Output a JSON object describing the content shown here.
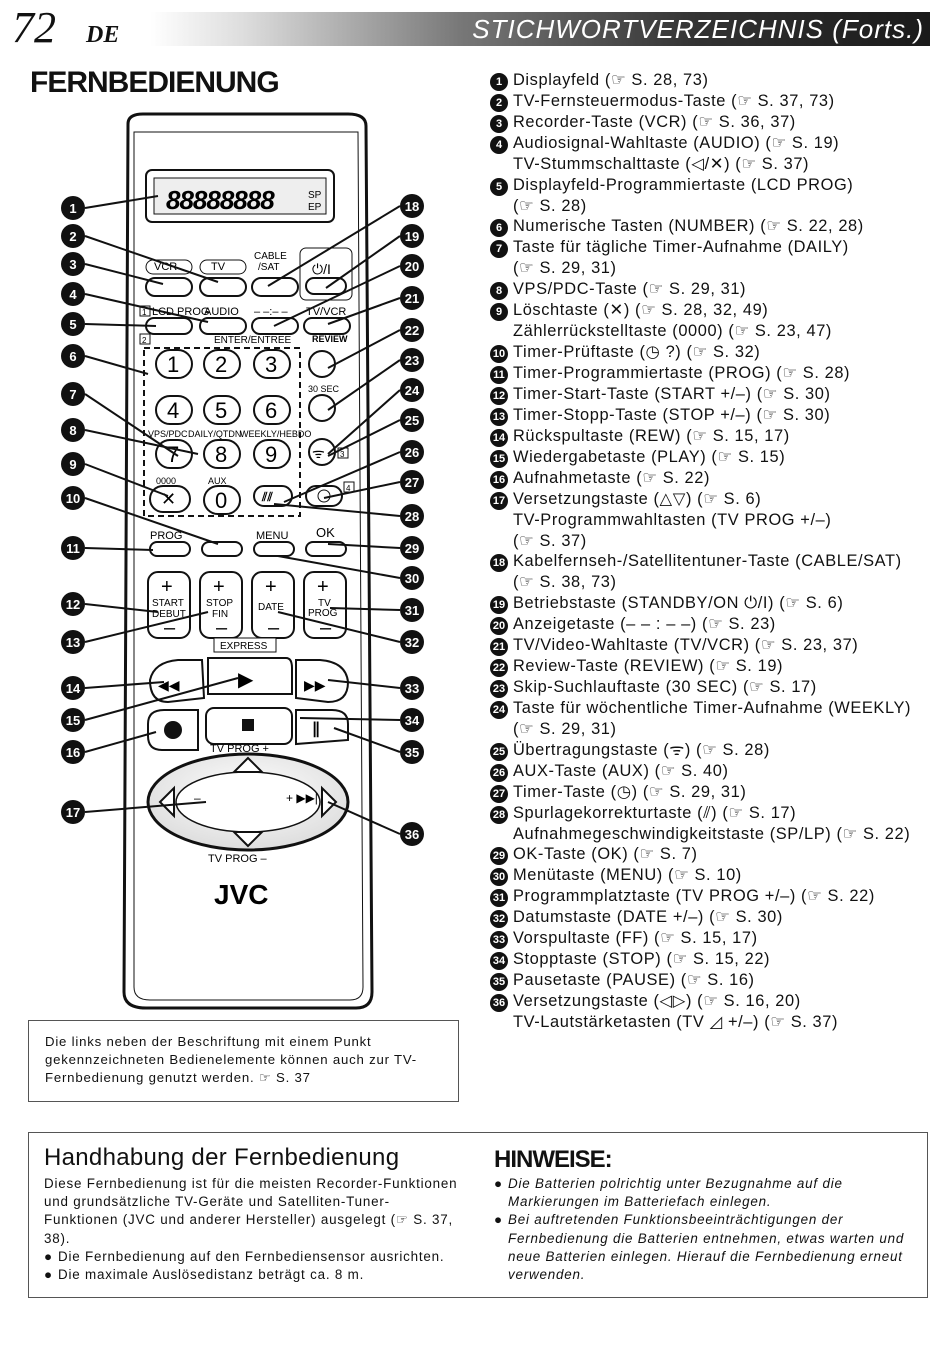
{
  "header": {
    "page_number": "72",
    "language": "DE",
    "title": "STICHWORTVERZEICHNIS (Forts.)"
  },
  "section_title": "FERNBEDIENUNG",
  "index": [
    {
      "n": "1",
      "lines": [
        "Displayfeld (☞ S. 28, 73)"
      ]
    },
    {
      "n": "2",
      "lines": [
        "TV-Fernsteuermodus-Taste (☞ S. 37, 73)"
      ]
    },
    {
      "n": "3",
      "lines": [
        "Recorder-Taste (VCR) (☞ S. 36, 37)"
      ]
    },
    {
      "n": "4",
      "lines": [
        "Audiosignal-Wahltaste (AUDIO) (☞ S. 19)",
        "TV-Stummschalttaste (◁/✕) (☞ S. 37)"
      ]
    },
    {
      "n": "5",
      "lines": [
        "Displayfeld-Programmiertaste (LCD PROG)",
        "(☞ S. 28)"
      ]
    },
    {
      "n": "6",
      "lines": [
        "Numerische Tasten (NUMBER) (☞ S. 22, 28)"
      ]
    },
    {
      "n": "7",
      "lines": [
        "Taste für tägliche Timer-Aufnahme (DAILY)",
        "(☞ S. 29, 31)"
      ]
    },
    {
      "n": "8",
      "lines": [
        "VPS/PDC-Taste (☞ S. 29, 31)"
      ]
    },
    {
      "n": "9",
      "lines": [
        "Löschtaste (✕) (☞ S. 28, 32, 49)",
        "Zählerrückstelltaste (0000) (☞ S. 23, 47)"
      ]
    },
    {
      "n": "10",
      "lines": [
        "Timer-Prüftaste (◷ ?) (☞ S. 32)"
      ]
    },
    {
      "n": "11",
      "lines": [
        "Timer-Programmiertaste (PROG) (☞ S. 28)"
      ]
    },
    {
      "n": "12",
      "lines": [
        "Timer-Start-Taste (START +/–) (☞ S. 30)"
      ]
    },
    {
      "n": "13",
      "lines": [
        "Timer-Stopp-Taste (STOP +/–) (☞ S. 30)"
      ]
    },
    {
      "n": "14",
      "lines": [
        "Rückspultaste (REW) (☞ S. 15, 17)"
      ]
    },
    {
      "n": "15",
      "lines": [
        "Wiedergabetaste (PLAY) (☞ S. 15)"
      ]
    },
    {
      "n": "16",
      "lines": [
        "Aufnahmetaste (☞ S. 22)"
      ]
    },
    {
      "n": "17",
      "lines": [
        "Versetzungstaste (△▽) (☞ S. 6)",
        "TV-Programmwahltasten (TV PROG +/–)",
        "(☞ S. 37)"
      ]
    },
    {
      "n": "18",
      "lines": [
        "Kabelfernseh-/Satellitentuner-Taste (CABLE/SAT)",
        "(☞ S. 38, 73)"
      ]
    },
    {
      "n": "19",
      "lines": [
        "Betriebstaste (STANDBY/ON ⏻/I) (☞ S. 6)"
      ]
    },
    {
      "n": "20",
      "lines": [
        "Anzeigetaste (– – : – –) (☞ S. 23)"
      ]
    },
    {
      "n": "21",
      "lines": [
        "TV/Video-Wahltaste (TV/VCR) (☞ S. 23, 37)"
      ]
    },
    {
      "n": "22",
      "lines": [
        "Review-Taste (REVIEW) (☞ S. 19)"
      ]
    },
    {
      "n": "23",
      "lines": [
        "Skip-Suchlauftaste (30 SEC) (☞ S. 17)"
      ]
    },
    {
      "n": "24",
      "lines": [
        "Taste für wöchentliche Timer-Aufnahme (WEEKLY)",
        "(☞ S. 29, 31)"
      ]
    },
    {
      "n": "25",
      "lines": [
        "Übertragungstaste (ᯤ) (☞ S. 28)"
      ]
    },
    {
      "n": "26",
      "lines": [
        "AUX-Taste (AUX) (☞ S. 40)"
      ]
    },
    {
      "n": "27",
      "lines": [
        "Timer-Taste (◷) (☞ S. 29, 31)"
      ]
    },
    {
      "n": "28",
      "lines": [
        "Spurlagekorrekturtaste (⫽) (☞ S. 17)",
        "Aufnahmegeschwindigkeitstaste (SP/LP) (☞ S. 22)"
      ]
    },
    {
      "n": "29",
      "lines": [
        "OK-Taste (OK) (☞ S. 7)"
      ]
    },
    {
      "n": "30",
      "lines": [
        "Menütaste (MENU) (☞ S. 10)"
      ]
    },
    {
      "n": "31",
      "lines": [
        "Programmplatztaste (TV PROG +/–) (☞ S. 22)"
      ]
    },
    {
      "n": "32",
      "lines": [
        "Datumstaste (DATE +/–) (☞ S. 30)"
      ]
    },
    {
      "n": "33",
      "lines": [
        "Vorspultaste (FF) (☞ S. 15, 17)"
      ]
    },
    {
      "n": "34",
      "lines": [
        "Stopptaste (STOP) (☞ S. 15, 22)"
      ]
    },
    {
      "n": "35",
      "lines": [
        "Pausetaste (PAUSE) (☞ S. 16)"
      ]
    },
    {
      "n": "36",
      "lines": [
        "Versetzungstaste (◁▷) (☞ S. 16, 20)",
        "TV-Lautstärketasten (TV ◿ +/–) (☞ S. 37)"
      ]
    }
  ],
  "remote": {
    "display_digits": "88888888",
    "sp": "SP",
    "ep": "EP",
    "vcr": "VCR",
    "tv": "TV",
    "cable_sat_1": "CABLE",
    "cable_sat_2": "/SAT",
    "standby": "⏻/I",
    "lcd_prog": "LCD PROG",
    "audio": "AUDIO",
    "display_dash": "– –:– –",
    "tv_vcr": "TV/VCR",
    "enter": "ENTER/ENTREE",
    "review": "REVIEW",
    "thirty_sec": "30 SEC",
    "keys": [
      "1",
      "2",
      "3",
      "4",
      "5",
      "6",
      "7",
      "8",
      "9",
      "0"
    ],
    "vps_pdc": "VPS/PDC",
    "daily": "DAILY/QTDN.",
    "weekly": "WEEKLY/HEBDO",
    "zeros": "0000",
    "aux": "AUX",
    "prog": "PROG",
    "menu": "MENU",
    "ok": "OK",
    "start": "START",
    "debut": "DEBUT",
    "stop": "STOP",
    "fin": "FIN",
    "date": "DATE",
    "tvprog1": "TV",
    "tvprog2": "PROG",
    "express": "EXPRESS",
    "tv_prog_plus": "TV PROG +",
    "tv_prog_minus": "TV PROG –",
    "brand": "JVC",
    "tag1": "1",
    "tag2": "2",
    "tag3": "3",
    "tag4": "4"
  },
  "note": "Die links neben der Beschriftung mit einem Punkt gekennzeichneten Bedienelemente können auch zur TV-Fernbedienung genutzt werden. ☞ S. 37",
  "handling": {
    "title": "Handhabung der Fernbedienung",
    "body": "Diese Fernbedienung ist für die meisten Recorder-Funktionen und grundsätzliche TV-Geräte und Satelliten-Tuner-Funktionen (JVC und anderer Hersteller) ausgelegt (☞ S. 37, 38).",
    "bullets": [
      "Die Fernbedienung auf den Fernbediensensor ausrichten.",
      "Die maximale Auslösedistanz beträgt ca. 8 m."
    ]
  },
  "hinweise": {
    "title": "HINWEISE:",
    "bullets": [
      "Die Batterien polrichtig unter Bezugnahme auf die Markierungen im Batteriefach einlegen.",
      "Bei auftretenden Funktionsbeeinträchtigungen der Fernbedienung die Batterien entnehmen, etwas warten und neue Batterien einlegen. Hierauf die Fernbedienung erneut verwenden."
    ]
  }
}
